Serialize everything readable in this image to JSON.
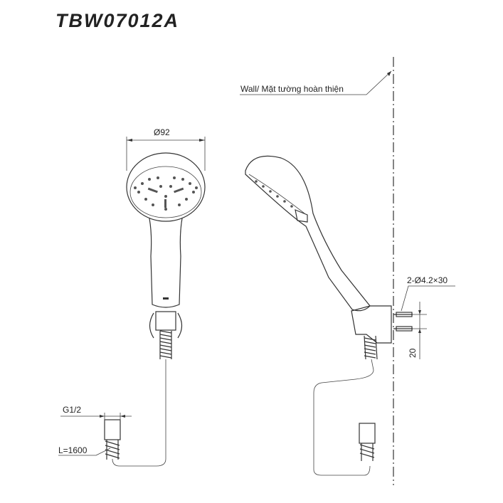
{
  "title": "TBW07012A",
  "labels": {
    "wall": "Wall/ Mặt tường hoàn thiện",
    "head_diameter": "Ø92",
    "screws": "2-Ø4.2×30",
    "screw_spacing": "20",
    "thread": "G1/2",
    "hose_length": "L=1600"
  }
}
